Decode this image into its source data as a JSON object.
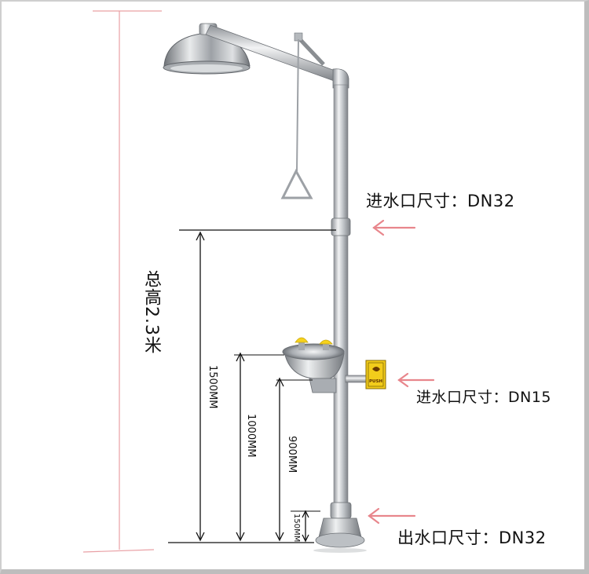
{
  "total_height_label": "总高2.3米",
  "inlet_top_label": "进水口尺寸：DN32",
  "inlet_mid_label": "进水口尺寸：DN15",
  "outlet_label": "出水口尺寸：DN32",
  "dimension_labels": {
    "d1500": "1500MM",
    "d1000": "1000MM",
    "d900": "900MM",
    "d150": "150MM"
  },
  "push_sign_text": "PUSH",
  "colors": {
    "arrow": "#e8868c",
    "dimension_line": "#111111",
    "total_line": "#e9a0a5",
    "steel": "#b9bdc1",
    "sign_yellow": "#f2cc1b",
    "cap_yellow": "#f6d21c"
  }
}
